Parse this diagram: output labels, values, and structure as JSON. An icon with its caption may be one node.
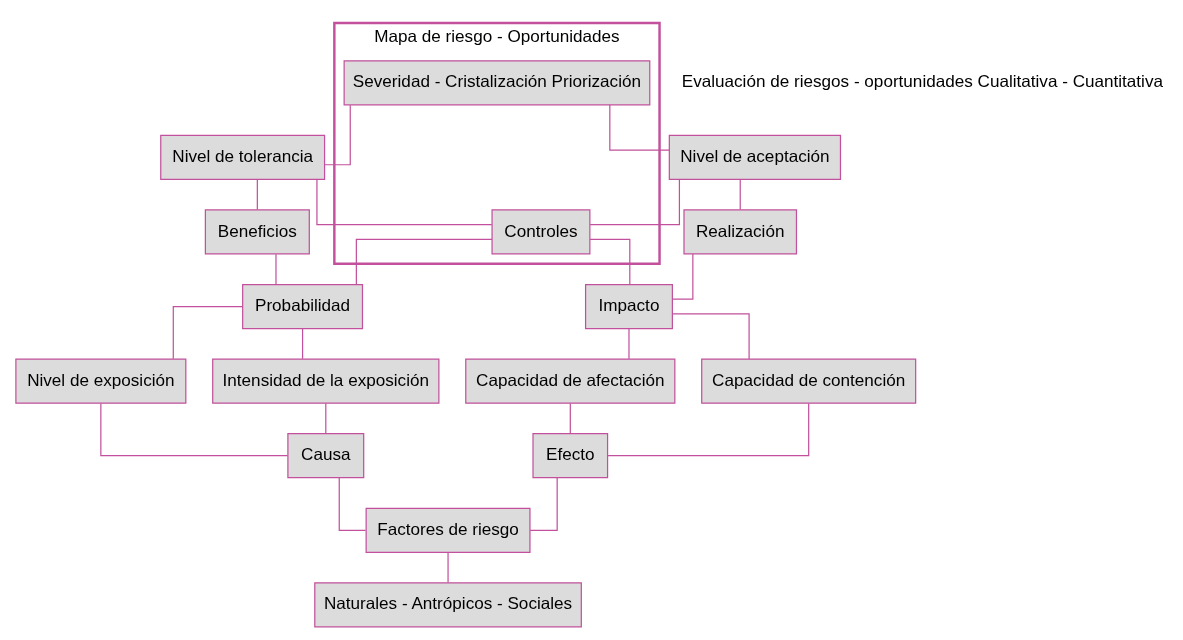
{
  "diagram": {
    "nodes": [
      {
        "text": [
          "Mapa de riesgo - Oportunidades"
        ]
      },
      {
        "text": [
          "Severidad - Cristalización Priorización"
        ],
        "in": 0
      },
      {
        "text": [
          "Nivel de tolerancia"
        ]
      },
      {
        "text": [
          "Nivel de aceptación"
        ]
      },
      {
        "text": [
          "Beneficios"
        ]
      },
      {
        "text": [
          "Controles"
        ],
        "in": 0
      },
      {
        "text": [
          "Realización"
        ]
      },
      {
        "text": [
          "Probabilidad"
        ]
      },
      {
        "text": [
          "Impacto"
        ]
      },
      {
        "text": [
          "Nivel de exposición"
        ]
      },
      {
        "text": [
          "Intensidad de la exposición"
        ]
      },
      {
        "text": [
          "Capacidad de afectación"
        ]
      },
      {
        "text": [
          "Capacidad de contención"
        ]
      },
      {
        "text": [
          "Causa"
        ]
      },
      {
        "text": [
          "Efecto"
        ]
      },
      {
        "text": [
          "Factores de riesgo"
        ]
      },
      {
        "text": [
          "Naturales - Antrópicos - Sociales"
        ]
      }
    ],
    "edges": [
      {
        "from": 1,
        "to": 2,
        "arrow": "none"
      },
      {
        "from": 1,
        "to": 3,
        "arrow": "none"
      },
      {
        "from": 2,
        "to": 5,
        "arrow": "none"
      },
      {
        "from": 3,
        "to": 5,
        "arrow": "none"
      },
      {
        "from": 2,
        "to": 4,
        "arrow": "none"
      },
      {
        "from": 3,
        "to": 6,
        "arrow": "none"
      },
      {
        "from": 4,
        "to": 7,
        "arrow": "none"
      },
      {
        "from": 6,
        "to": 8,
        "arrow": "none"
      },
      {
        "from": 5,
        "to": 7,
        "arrow": "none"
      },
      {
        "from": 5,
        "to": 8,
        "arrow": "none"
      },
      {
        "from": 7,
        "to": 9,
        "arrow": "none"
      },
      {
        "from": 7,
        "to": 10,
        "arrow": "none"
      },
      {
        "from": 8,
        "to": 11,
        "arrow": "none"
      },
      {
        "from": 8,
        "to": 12,
        "arrow": "none"
      },
      {
        "from": 9,
        "to": 13,
        "arrow": "none"
      },
      {
        "from": 10,
        "to": 13,
        "arrow": "none"
      },
      {
        "from": 11,
        "to": 14,
        "arrow": "none"
      },
      {
        "from": 12,
        "to": 14,
        "arrow": "none"
      },
      {
        "from": 13,
        "to": 15,
        "arrow": "none"
      },
      {
        "from": 14,
        "to": 15,
        "arrow": "none"
      },
      {
        "from": 15,
        "to": 16,
        "arrow": "none"
      }
    ],
    "labels": [
      "Evaluación de riesgos - oportunidades Cualitativa - Cuantitativa"
    ]
  }
}
